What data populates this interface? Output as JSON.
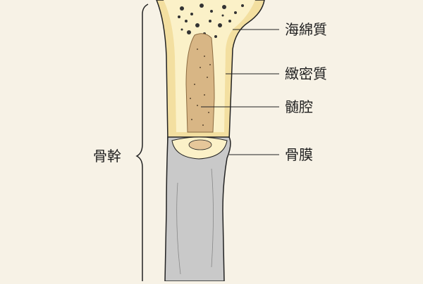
{
  "labels": {
    "spongy_bone": "海綿質",
    "compact_bone": "緻密質",
    "medullary_cavity": "髄腔",
    "periosteum": "骨膜",
    "diaphysis": "骨幹"
  },
  "colors": {
    "background": "#f7f2e6",
    "bone_outer": "#f3dfa0",
    "bone_inner": "#fbf1c8",
    "marrow": "#d8b685",
    "periosteum": "#c9c9c9",
    "outline": "#222222"
  }
}
